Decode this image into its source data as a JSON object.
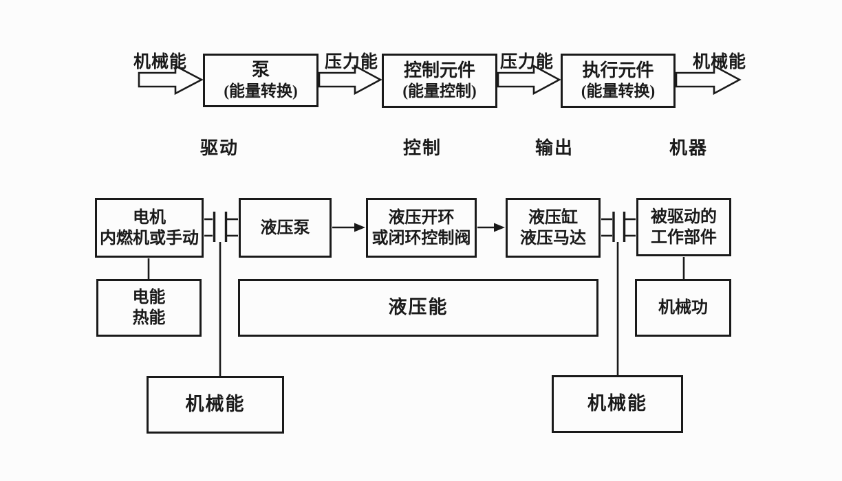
{
  "colors": {
    "ink": "#1a1a1a",
    "background": "#fcfcfc"
  },
  "top_flow": {
    "input_arrow_label": "机械能",
    "pump": {
      "title": "泵",
      "subtitle": "(能量转换)"
    },
    "arrow2_label": "压力能",
    "control": {
      "title": "控制元件",
      "subtitle": "(能量控制)"
    },
    "arrow3_label": "压力能",
    "actuator": {
      "title": "执行元件",
      "subtitle": "(能量转换)"
    },
    "output_arrow_label": "机械能",
    "stages": {
      "drive": "驱动",
      "control": "控制",
      "output": "输出",
      "machine": "机器"
    }
  },
  "system_flow": {
    "motor": {
      "line1": "电机",
      "line2": "内燃机或手动"
    },
    "hydraulic_pump": {
      "line1": "液压泵"
    },
    "valve": {
      "line1": "液压开环",
      "line2": "或闭环控制阀"
    },
    "cylinder": {
      "line1": "液压缸",
      "line2": "液压马达"
    },
    "driven_parts": {
      "line1": "被驱动的",
      "line2": "工作部件"
    },
    "electric_heat": {
      "line1": "电能",
      "line2": "热能"
    },
    "hydraulic_energy": {
      "line1": "液压能"
    },
    "mechanical_work": {
      "line1": "机械功"
    },
    "mechanical_energy_left": {
      "line1": "机械能"
    },
    "mechanical_energy_right": {
      "line1": "机械能"
    }
  }
}
